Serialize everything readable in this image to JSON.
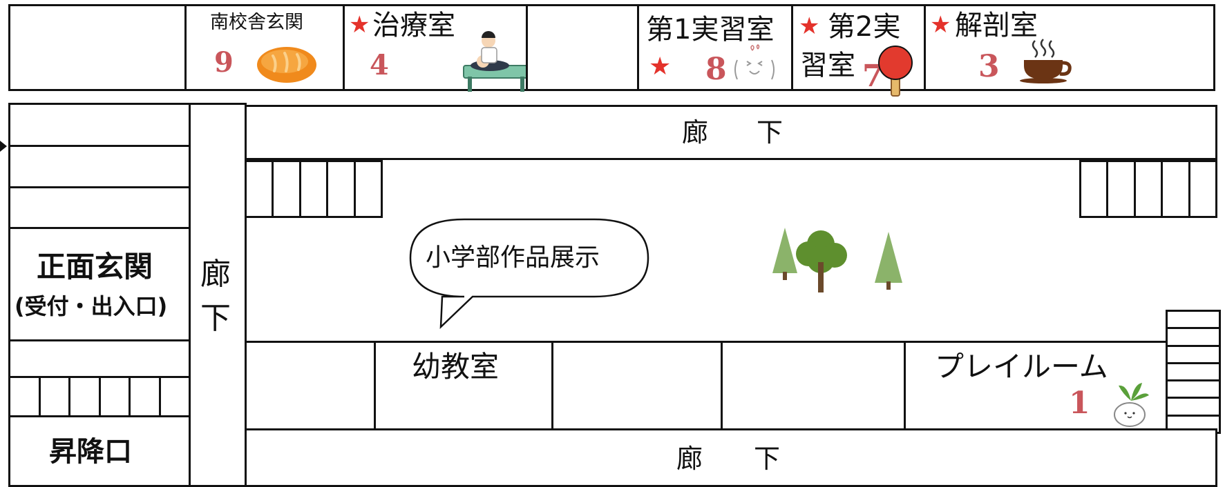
{
  "rooms": {
    "south_entrance": {
      "label": "南校舎玄関",
      "number": "9",
      "icon": "bread-icon"
    },
    "treatment": {
      "label": "治療室",
      "number": "4",
      "starred": true,
      "icon": "massage-therapy-icon"
    },
    "practice1": {
      "label": "第1実習室",
      "number": "8",
      "starred": true,
      "icon": "smiling-face-icon"
    },
    "practice2": {
      "label_line1": "第2実",
      "label_line2": "習室",
      "number": "7",
      "starred": true,
      "icon": "ping-pong-paddle-icon"
    },
    "anatomy": {
      "label": "解剖室",
      "number": "3",
      "starred": true,
      "icon": "coffee-cup-icon"
    },
    "main_entrance": {
      "label_line1": "正面玄関",
      "label_line2": "(受付・出入口)"
    },
    "stairs_exit": {
      "label": "昇降口"
    },
    "kindergarten": {
      "label": "幼教室"
    },
    "playroom": {
      "label": "プレイルーム",
      "number": "1",
      "icon": "radish-icon"
    }
  },
  "corridors": {
    "top": {
      "char1": "廊",
      "char2": "下"
    },
    "left": {
      "char1": "廊",
      "char2": "下"
    },
    "bottom": {
      "char1": "廊",
      "char2": "下"
    }
  },
  "courtyard": {
    "callout": "小学部作品展示",
    "icon": "trees-icon"
  },
  "symbols": {
    "star": "★"
  },
  "colors": {
    "number_red": "#c9565b",
    "star_red": "#e4322b",
    "line": "#111111"
  }
}
